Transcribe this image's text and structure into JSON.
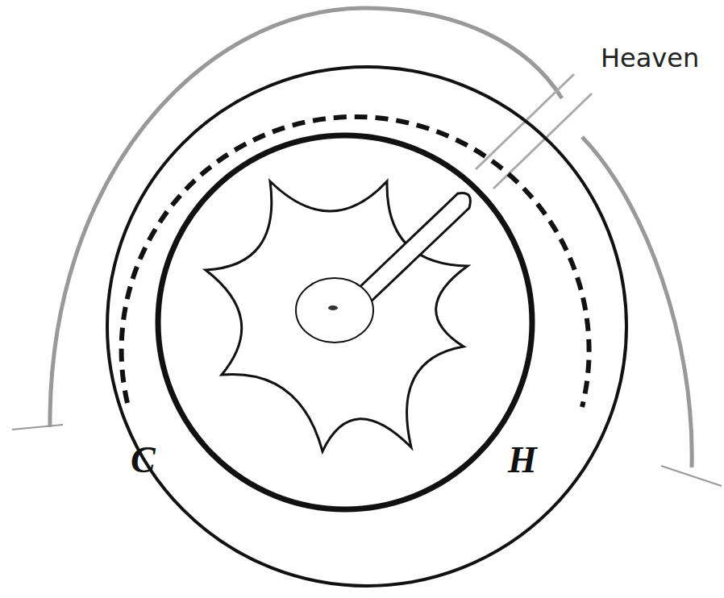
{
  "diagram": {
    "labels": [
      "Heaven",
      "C",
      "H"
    ]
  }
}
